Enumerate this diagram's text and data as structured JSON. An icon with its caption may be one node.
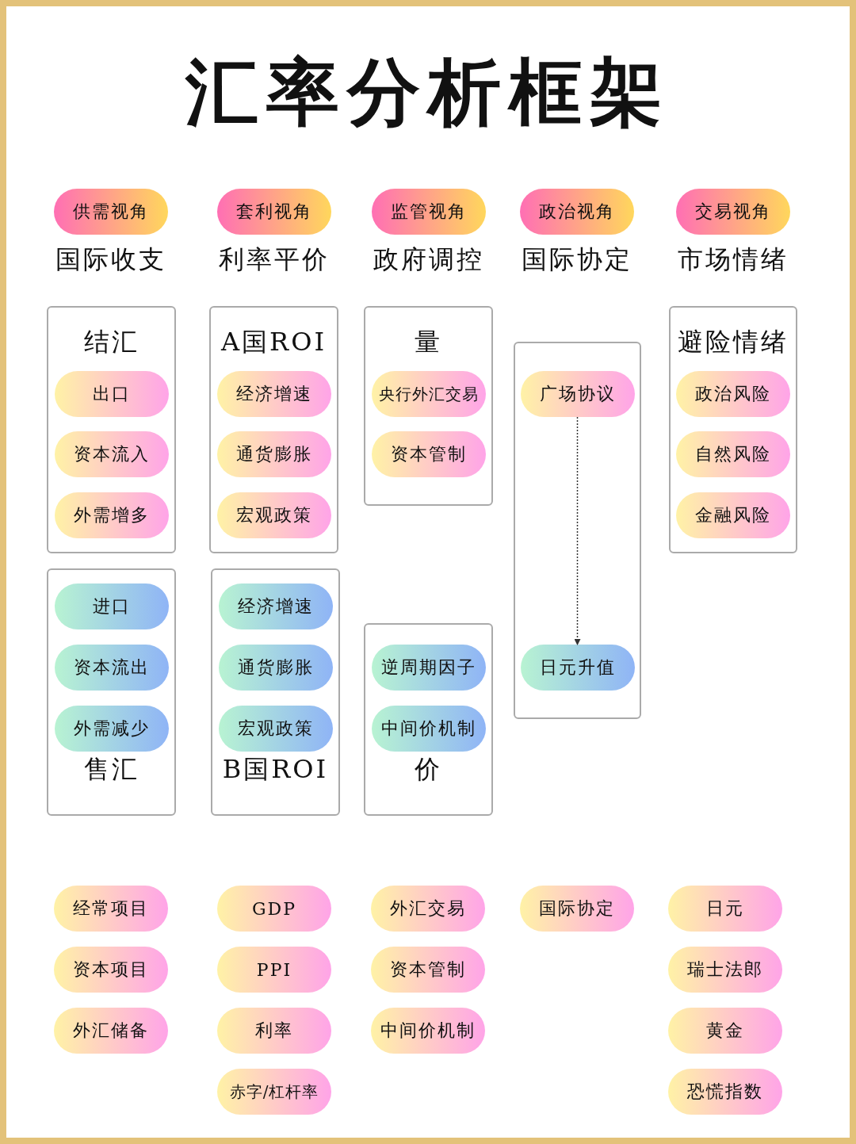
{
  "diagram": {
    "title": "汇率分析框架",
    "nodes": [
      {
        "text": [
          "供需视角"
        ]
      },
      {
        "text": [
          "套利视角"
        ]
      },
      {
        "text": [
          "监管视角"
        ]
      },
      {
        "text": [
          "政治视角"
        ]
      },
      {
        "text": [
          "交易视角"
        ]
      },
      {
        "text": [
          "结汇"
        ]
      },
      {
        "text": [
          "出口"
        ],
        "in": 5
      },
      {
        "text": [
          "资本流入"
        ],
        "in": 5
      },
      {
        "text": [
          "外需增多"
        ],
        "in": 5
      },
      {
        "text": [
          "A国ROI"
        ]
      },
      {
        "text": [
          "经济增速"
        ],
        "in": 9
      },
      {
        "text": [
          "通货膨胀"
        ],
        "in": 9
      },
      {
        "text": [
          "宏观政策"
        ],
        "in": 9
      },
      {
        "text": [
          "量"
        ]
      },
      {
        "text": [
          "央行外汇交易"
        ],
        "in": 13
      },
      {
        "text": [
          "资本管制"
        ],
        "in": 13
      },
      {
        "text": [],
        "shape": "box"
      },
      {
        "text": [
          "广场协议"
        ],
        "in": 16
      },
      {
        "text": [
          "日元升值"
        ],
        "in": 16
      },
      {
        "text": [
          "避险情绪"
        ]
      },
      {
        "text": [
          "政治风险"
        ],
        "in": 19
      },
      {
        "text": [
          "自然风险"
        ],
        "in": 19
      },
      {
        "text": [
          "金融风险"
        ],
        "in": 19
      },
      {
        "text": [
          "售汇"
        ]
      },
      {
        "text": [
          "进口"
        ],
        "in": 23
      },
      {
        "text": [
          "资本流出"
        ],
        "in": 23
      },
      {
        "text": [
          "外需减少"
        ],
        "in": 23
      },
      {
        "text": [
          "B国ROI"
        ]
      },
      {
        "text": [
          "经济增速"
        ],
        "in": 27
      },
      {
        "text": [
          "通货膨胀"
        ],
        "in": 27
      },
      {
        "text": [
          "宏观政策"
        ],
        "in": 27
      },
      {
        "text": [
          "价"
        ]
      },
      {
        "text": [
          "逆周期因子"
        ],
        "in": 31
      },
      {
        "text": [
          "中间价机制"
        ],
        "in": 31
      },
      {
        "text": [
          "经常项目"
        ]
      },
      {
        "text": [
          "资本项目"
        ]
      },
      {
        "text": [
          "外汇储备"
        ]
      },
      {
        "text": [
          "GDP"
        ]
      },
      {
        "text": [
          "PPI"
        ]
      },
      {
        "text": [
          "利率"
        ]
      },
      {
        "text": [
          "赤字/杠杆率"
        ]
      },
      {
        "text": [
          "外汇交易"
        ]
      },
      {
        "text": [
          "资本管制"
        ]
      },
      {
        "text": [
          "中间价机制"
        ]
      },
      {
        "text": [
          "国际协定"
        ]
      },
      {
        "text": [
          "日元"
        ]
      },
      {
        "text": [
          "瑞士法郎"
        ]
      },
      {
        "text": [
          "黄金"
        ]
      },
      {
        "text": [
          "恐慌指数"
        ]
      }
    ],
    "edges": [
      {
        "from": 17,
        "to": 18,
        "arrow": "to",
        "style": "dashed"
      }
    ],
    "labels": [
      "国际收支",
      "利率平价",
      "政府调控",
      "国际协定",
      "市场情绪"
    ]
  }
}
